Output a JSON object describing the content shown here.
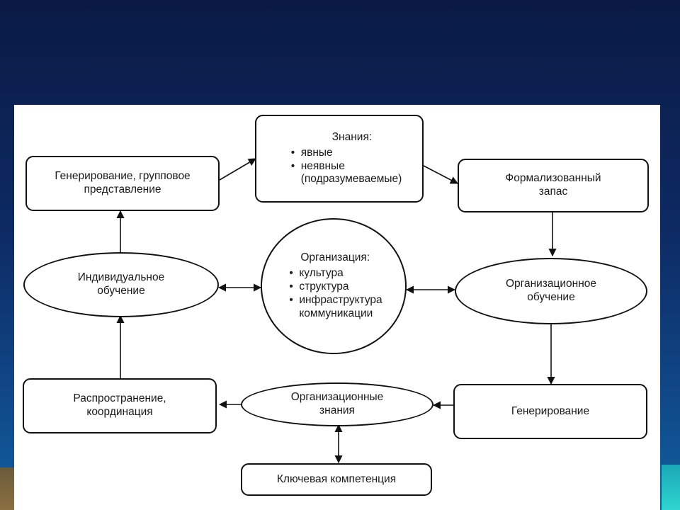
{
  "nodes": {
    "generation_group": "Генерирование, групповое представление",
    "knowledge_title": "Знания:",
    "knowledge_items": [
      "явные",
      "неявные",
      "(подразумеваемые)"
    ],
    "formalized_stock": "Формализованный запас",
    "individual_learning": "Индивидуальное обучение",
    "organization_title": "Организация:",
    "organization_items": [
      "культура",
      "структура",
      "инфраструктура",
      "коммуникации"
    ],
    "org_learning": "Организационное обучение",
    "dissemination": "Распространение, координация",
    "org_knowledge": "Организационные знания",
    "generation": "Генерирование",
    "core_competence": "Ключевая компетенция"
  }
}
